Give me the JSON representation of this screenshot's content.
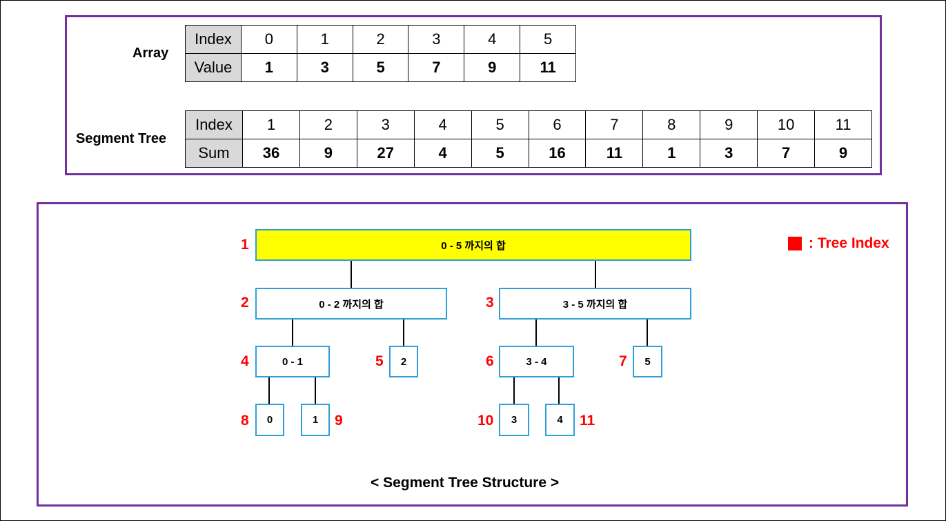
{
  "array_table": {
    "row_label": "Array",
    "index_header": "Index",
    "value_header": "Value",
    "indices": [
      "0",
      "1",
      "2",
      "3",
      "4",
      "5"
    ],
    "values": [
      "1",
      "3",
      "5",
      "7",
      "9",
      "11"
    ]
  },
  "segment_table": {
    "row_label": "Segment Tree",
    "index_header": "Index",
    "sum_header": "Sum",
    "indices": [
      "1",
      "2",
      "3",
      "4",
      "5",
      "6",
      "7",
      "8",
      "9",
      "10",
      "11"
    ],
    "sums": [
      "36",
      "9",
      "27",
      "4",
      "5",
      "16",
      "11",
      "1",
      "3",
      "7",
      "9"
    ]
  },
  "tree": {
    "nodes": [
      {
        "index": "1",
        "label": "0 - 5 까지의 합"
      },
      {
        "index": "2",
        "label": "0 - 2 까지의 합"
      },
      {
        "index": "3",
        "label": "3 - 5 까지의 합"
      },
      {
        "index": "4",
        "label": "0 - 1"
      },
      {
        "index": "5",
        "label": "2"
      },
      {
        "index": "6",
        "label": "3 - 4"
      },
      {
        "index": "7",
        "label": "5"
      },
      {
        "index": "8",
        "label": "0"
      },
      {
        "index": "9",
        "label": "1"
      },
      {
        "index": "10",
        "label": "3"
      },
      {
        "index": "11",
        "label": "4"
      }
    ],
    "legend_text": ": Tree Index",
    "legend_color": "#ff0000",
    "caption": "< Segment Tree Structure >"
  },
  "colors": {
    "panel_border": "#7030a0",
    "node_border": "#2e9fd9",
    "root_fill": "#ffff00",
    "header_fill": "#d9d9d9",
    "index_label": "#ff0000"
  }
}
